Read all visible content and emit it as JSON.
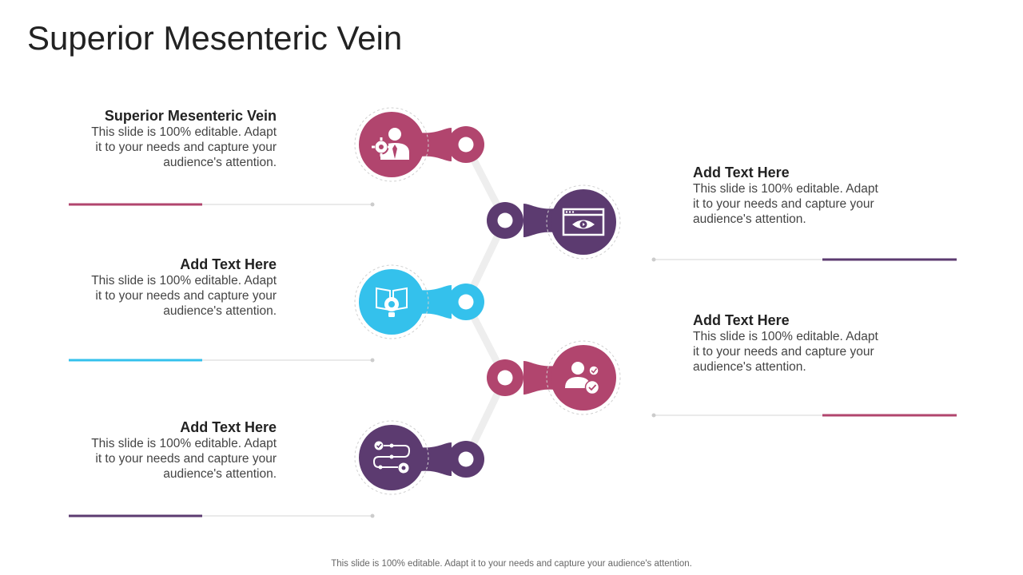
{
  "title": "Superior Mesenteric Vein",
  "footer": "This slide is 100% editable. Adapt it to your needs and capture your audience's attention.",
  "colors": {
    "magenta": "#b1456e",
    "purple": "#5c3b70",
    "cyan": "#34c1ec",
    "connector": "#eeeeee",
    "line": "#d6d6d6"
  },
  "items": [
    {
      "heading": "Superior Mesenteric Vein",
      "body_lines": [
        "This slide is 100% editable. Adapt",
        "it to your needs and capture your",
        "audience's attention."
      ],
      "icon": "businessman-gear-icon",
      "color": "magenta"
    },
    {
      "heading": "Add Text Here",
      "body_lines": [
        "This slide is 100% editable. Adapt",
        "it to your needs and capture your",
        "audience's attention."
      ],
      "icon": "browser-eye-icon",
      "color": "purple"
    },
    {
      "heading": "Add Text Here",
      "body_lines": [
        "This slide is 100% editable. Adapt",
        "it to your needs and capture your",
        "audience's attention."
      ],
      "icon": "book-bulb-icon",
      "color": "cyan"
    },
    {
      "heading": "Add Text Here",
      "body_lines": [
        "This slide is 100% editable. Adapt",
        "it to your needs and capture your",
        "audience's attention."
      ],
      "icon": "user-gears-icon",
      "color": "magenta"
    },
    {
      "heading": "Add Text Here",
      "body_lines": [
        "This slide is 100% editable. Adapt",
        "it to your needs and capture your",
        "audience's attention."
      ],
      "icon": "workflow-icon",
      "color": "purple"
    }
  ]
}
